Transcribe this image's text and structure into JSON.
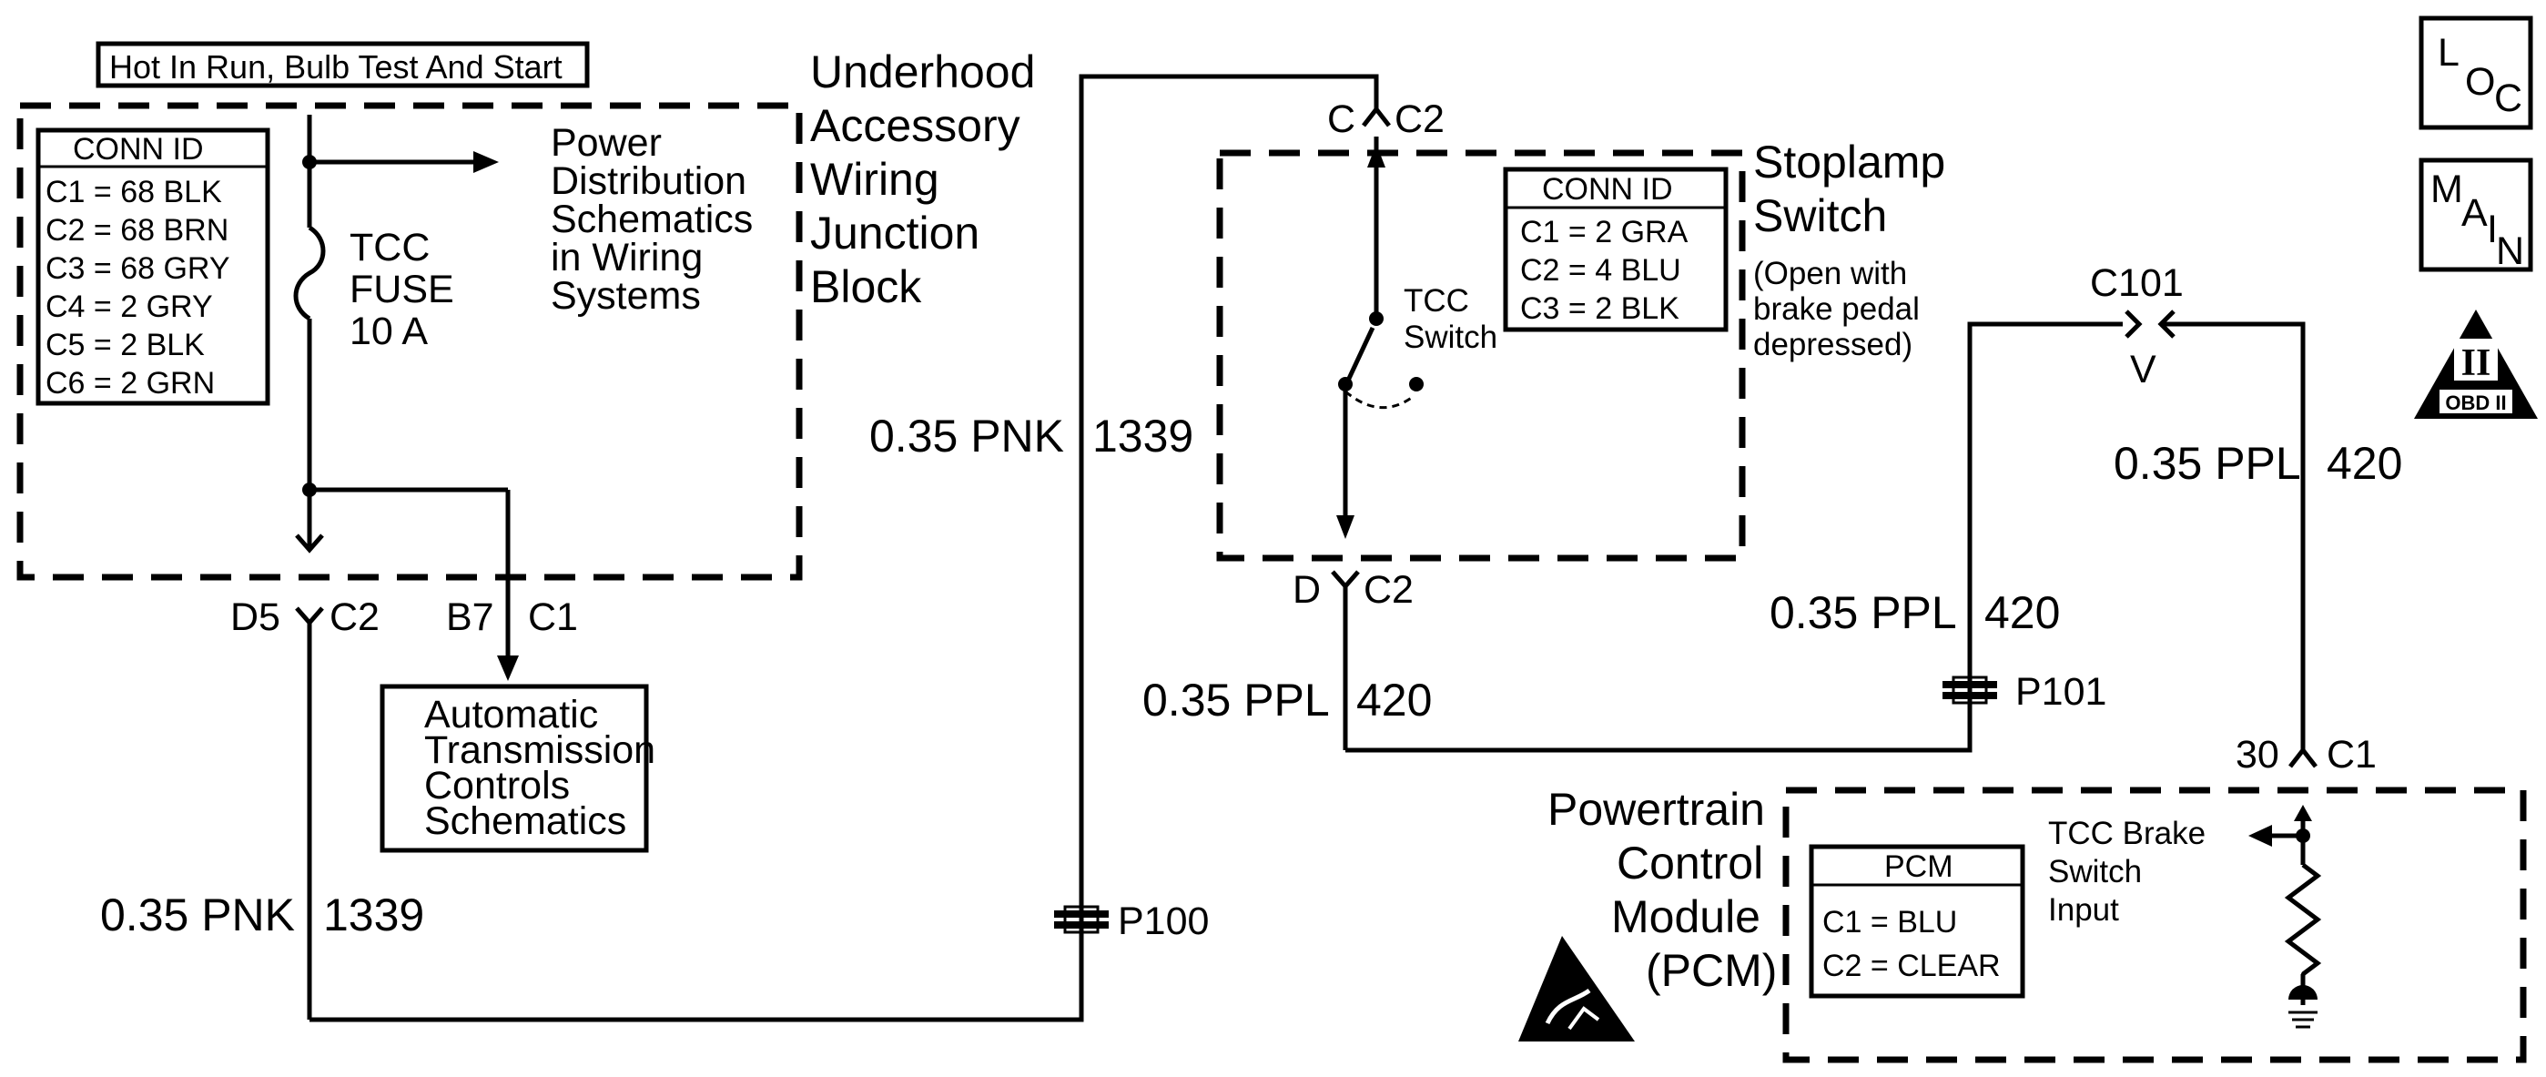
{
  "header_label": "Hot In Run, Bulb Test And Start",
  "junction_block": {
    "name_lines": [
      "Underhood",
      "Accessory",
      "Wiring",
      "Junction",
      "Block"
    ],
    "conn_table": {
      "title": "CONN ID",
      "rows": [
        "C1 = 68 BLK",
        "C2 = 68 BRN",
        "C3 = 68 GRY",
        "C4 = 2 GRY",
        "C5 = 2 BLK",
        "C6 = 2 GRN"
      ]
    },
    "fuse_lines": [
      "TCC",
      "FUSE",
      "10 A"
    ],
    "power_dist_lines": [
      "Power",
      "Distribution",
      "Schematics",
      "in Wiring",
      "Systems"
    ],
    "conn_d5": "D5",
    "conn_d5_c": "C2",
    "conn_b7": "B7",
    "conn_b7_c": "C1"
  },
  "auto_trans_lines": [
    "Automatic",
    "Transmission",
    "Controls",
    "Schematics"
  ],
  "wires": {
    "pnk_lower": {
      "gauge": "0.35 PNK",
      "circuit": "1339"
    },
    "pnk_upper": {
      "gauge": "0.35 PNK",
      "circuit": "1339"
    },
    "ppl_bottom": {
      "gauge": "0.35 PPL",
      "circuit": "420"
    },
    "ppl_mid": {
      "gauge": "0.35 PPL",
      "circuit": "420"
    },
    "ppl_right": {
      "gauge": "0.35 PPL",
      "circuit": "420"
    }
  },
  "splices": {
    "p100": "P100",
    "p101": "P101"
  },
  "stoplamp": {
    "name_lines": [
      "Stoplamp",
      "Switch"
    ],
    "note_lines": [
      "(Open with",
      "brake pedal",
      "depressed)"
    ],
    "conn_table": {
      "title": "CONN  ID",
      "rows": [
        "C1 = 2 GRA",
        "C2 = 4 BLU",
        "C3 = 2 BLK"
      ]
    },
    "switch_lines": [
      "TCC",
      "Switch"
    ],
    "top_conn": "C",
    "top_conn_c": "C2",
    "bottom_conn": "D",
    "bottom_conn_c": "C2"
  },
  "c101": {
    "label": "C101"
  },
  "pcm": {
    "name_lines": [
      "Powertrain",
      "Control",
      "Module",
      "(PCM)"
    ],
    "conn_table": {
      "title": "PCM",
      "rows": [
        "C1 = BLU",
        "C2 = CLEAR"
      ]
    },
    "input_lines": [
      "TCC Brake",
      "Switch",
      "Input"
    ],
    "pin": "30",
    "pin_c": "C1"
  },
  "nav": {
    "loc": [
      "L",
      "O",
      "C"
    ],
    "main": [
      "M",
      "A",
      "I",
      "N"
    ],
    "obd_numeral": "II",
    "obd_label": "OBD II"
  }
}
